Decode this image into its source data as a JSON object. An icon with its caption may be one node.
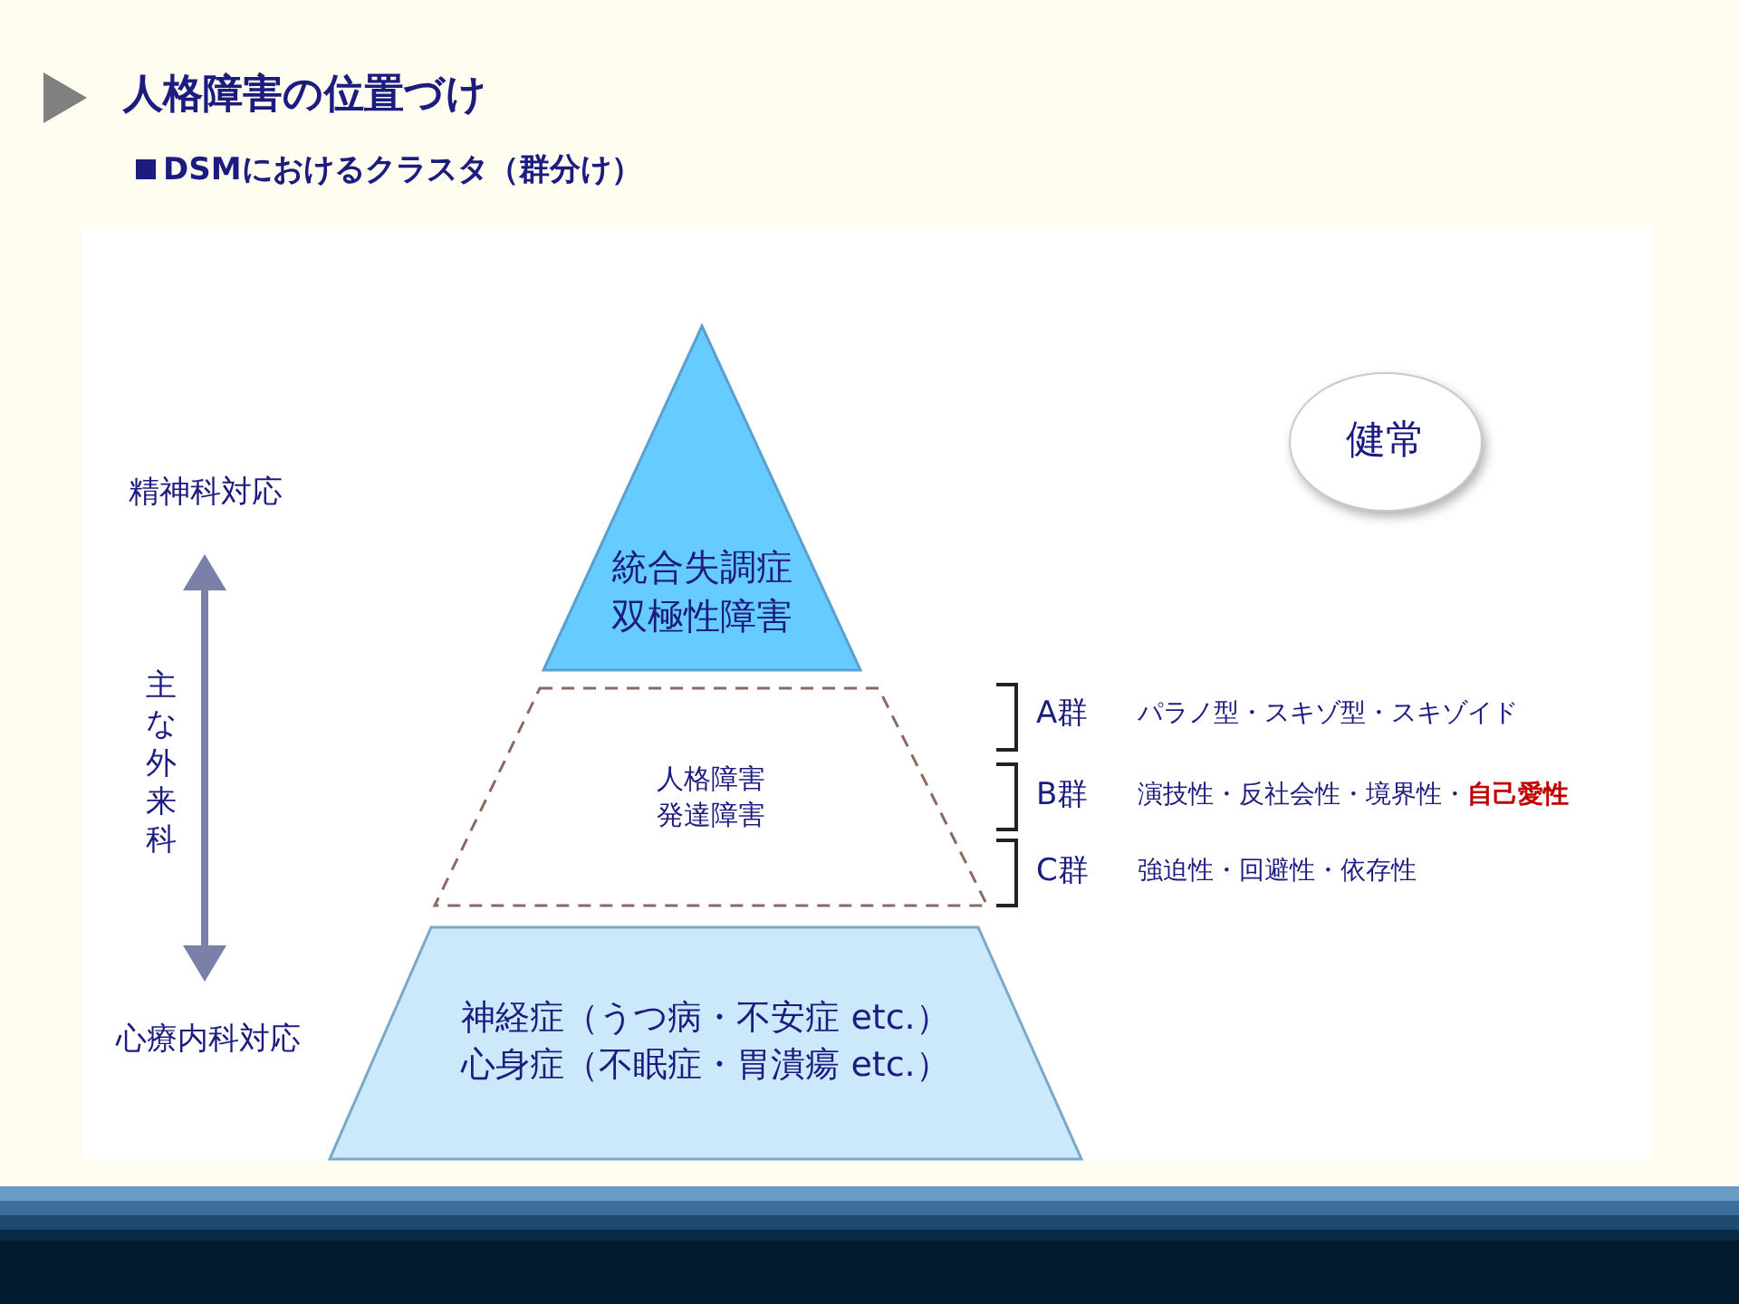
{
  "diagram": {
    "title": "人格障害の位置づけ",
    "nodes": [
      {
        "text": [
          "統合失調症",
          "双極性障害"
        ]
      },
      {
        "text": [
          "健常"
        ]
      },
      {
        "text": [
          "精神科対応"
        ]
      },
      {
        "text": [
          "人格障害",
          "発達障害"
        ]
      },
      {
        "text": [
          "神経症（うつ病・不安症 etc.）",
          "心身症（不眠症・胃潰瘍 etc.）"
        ]
      },
      {
        "text": [
          "心療内科対応"
        ]
      }
    ],
    "edges": [
      {
        "from": 2,
        "to": 5,
        "arrow": "both",
        "label": "主な外来科",
        "color": "#7a80a8"
      }
    ],
    "labels": [
      "DSMにおけるクラスタ（群分け）",
      "A群",
      "パラノ型・スキゾ型・スキゾイド",
      "B群",
      "演技性・反社会性・境界性・**自己愛性**",
      "C群",
      "強迫性・回避性・依存性"
    ]
  }
}
